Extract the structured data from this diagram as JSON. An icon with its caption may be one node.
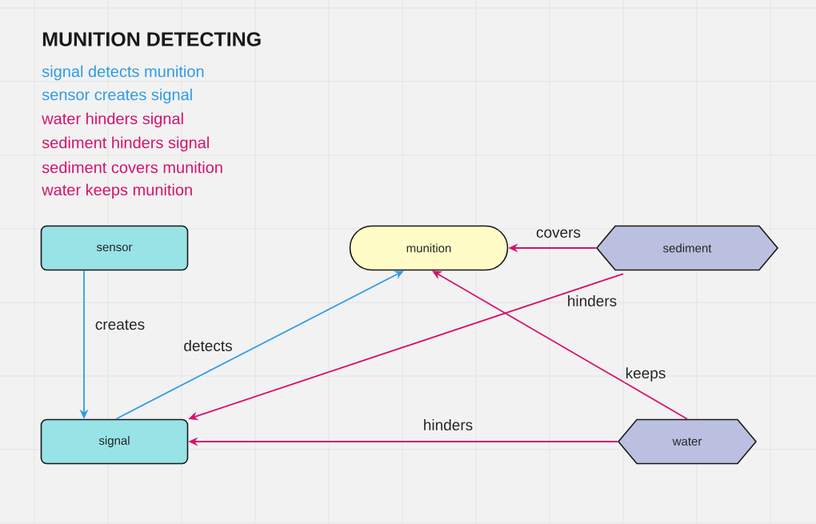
{
  "diagram": {
    "title": "MUNITION DETECTING",
    "nodes": [
      {
        "text": [
          "sensor"
        ]
      },
      {
        "text": [
          "munition"
        ]
      },
      {
        "text": [
          "sediment"
        ]
      },
      {
        "text": [
          "signal"
        ]
      },
      {
        "text": [
          "water"
        ]
      }
    ],
    "edges": [
      {
        "from": 0,
        "to": 3,
        "arrow": "to",
        "label": "creates",
        "color": "#2f9be6"
      },
      {
        "from": 3,
        "to": 1,
        "arrow": "to",
        "label": "detects",
        "color": "#2f9be6"
      },
      {
        "from": 2,
        "to": 1,
        "arrow": "to",
        "label": "covers"
      },
      {
        "from": 2,
        "to": 3,
        "arrow": "to",
        "label": "hinders"
      },
      {
        "from": 4,
        "to": 1,
        "arrow": "to",
        "label": "keeps"
      },
      {
        "from": 4,
        "to": 3,
        "arrow": "to",
        "label": "hinders"
      }
    ],
    "labels": [
      "signal detects munition",
      "sensor creates signal",
      "water hinders signal",
      "sediment hinders signal",
      "sediment covers munition",
      "water keeps munition"
    ]
  }
}
